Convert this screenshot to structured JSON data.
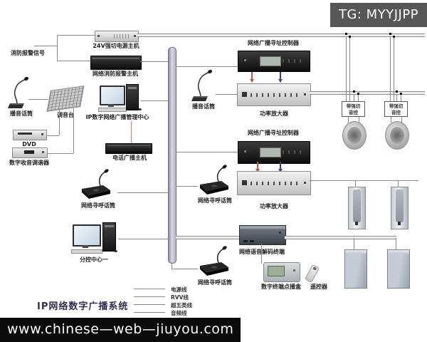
{
  "banner": {
    "tg_tag": "TG: MYYJJPP",
    "site_url": "www.chinese—web—jiuyou.com"
  },
  "title": "IP网络数字广播系统",
  "left_column": {
    "fire_signal": "消防报警信号",
    "power_host_24v": "24V强切电源主机",
    "fire_alarm_host": "网络消防报警主机",
    "broadcast_mic": "播音话筒",
    "mixer": "调音台",
    "mgmt_center": "IP数字网络广播管理中心",
    "dvd": "DVD",
    "tuner": "数字收音调谐器",
    "phone_host": "电话广播主机",
    "paging_mic": "网络寻呼话筒",
    "sub_control": "分控中心一"
  },
  "right_column": {
    "addr_controller": "网络广播寻址控制器",
    "power_amp": "功率放大器",
    "volume_ctrl": {
      "line1": "带强切",
      "line2": "音控"
    },
    "decoder": "网络语音解码终端",
    "ondemand_box": "数字终端点播盒",
    "remote": "遥控器"
  },
  "legend": {
    "items": [
      {
        "label": "电源线"
      },
      {
        "label": "RVV线"
      },
      {
        "label": "超五类线"
      },
      {
        "label": "音频线"
      }
    ]
  },
  "colors": {
    "arrow_red": "#c4504a",
    "arrow_blue": "#3d3d8f",
    "wire": "#8a8a8a",
    "phone_link_red": "#d08080"
  }
}
